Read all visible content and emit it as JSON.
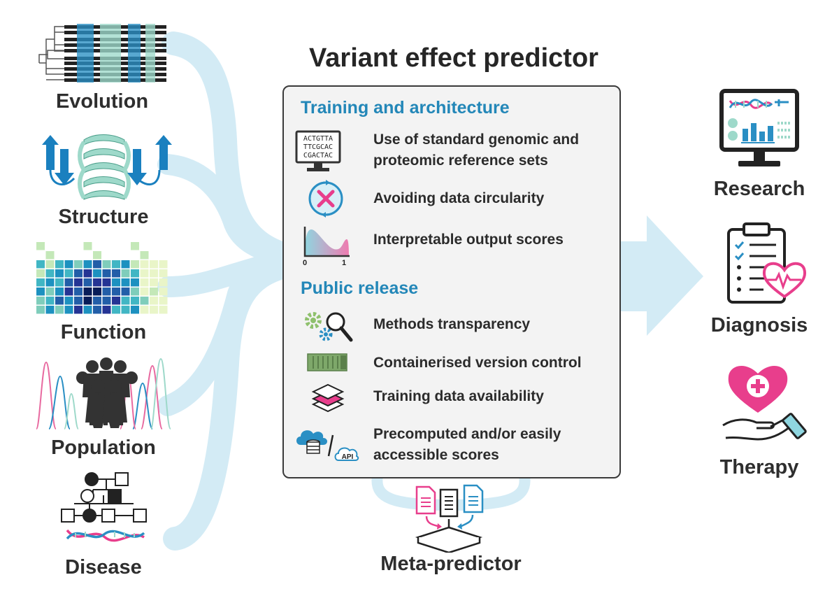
{
  "title": "Variant effect predictor",
  "inputs": [
    {
      "label": "Evolution",
      "icon": "phylogeny-alignment-icon"
    },
    {
      "label": "Structure",
      "icon": "protein-structure-icon"
    },
    {
      "label": "Function",
      "icon": "heatmap-icon"
    },
    {
      "label": "Population",
      "icon": "population-chromatogram-icon"
    },
    {
      "label": "Disease",
      "icon": "pedigree-dna-icon"
    }
  ],
  "training": {
    "heading": "Training and architecture",
    "items": [
      {
        "text_lines": [
          "Use of standard genomic and",
          "proteomic reference sets"
        ],
        "icon": "reference-sequence-monitor-icon",
        "icon_text": [
          "ACTGTTA",
          "TTCGCAC",
          "CGACTAC"
        ]
      },
      {
        "text_lines": [
          "Avoiding data circularity"
        ],
        "icon": "circularity-cross-icon"
      },
      {
        "text_lines": [
          "Interpretable output scores"
        ],
        "icon": "score-distribution-icon",
        "axis_min": "0",
        "axis_max": "1"
      }
    ]
  },
  "release": {
    "heading": "Public release",
    "items": [
      {
        "text_lines": [
          "Methods transparency"
        ],
        "icon": "gears-magnifier-icon"
      },
      {
        "text_lines": [
          "Containerised version control"
        ],
        "icon": "container-icon"
      },
      {
        "text_lines": [
          "Training data availability"
        ],
        "icon": "data-layers-icon"
      },
      {
        "text_lines": [
          "Precomputed and/or easily",
          "accessible scores"
        ],
        "icon": "cloud-database-api-icon",
        "icon_text": "API"
      }
    ]
  },
  "meta_predictor": {
    "label": "Meta-predictor",
    "icon": "meta-predictor-documents-icon"
  },
  "outputs": [
    {
      "label": "Research",
      "icon": "monitor-dna-chart-icon"
    },
    {
      "label": "Diagnosis",
      "icon": "clipboard-heart-icon"
    },
    {
      "label": "Therapy",
      "icon": "hand-heart-icon"
    }
  ],
  "colors": {
    "flow": "#d3ebf5",
    "accent_blue": "#2387b8",
    "accent_pink": "#e83e8c",
    "accent_teal": "#7fd0bf",
    "text": "#2e2e2e",
    "card_bg": "#f3f3f3"
  }
}
